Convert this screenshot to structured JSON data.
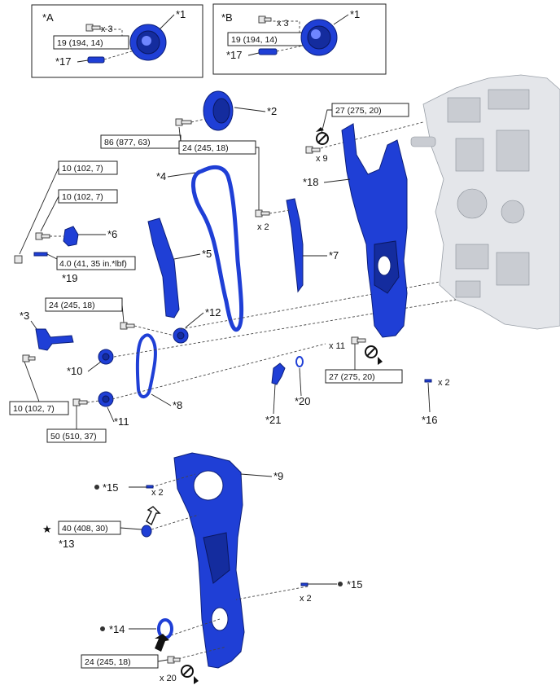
{
  "insets": {
    "a": {
      "title": "*A",
      "bolt_count": "x 3",
      "torque": "19 (194, 14)",
      "gear_label": "*1",
      "pin_label": "*17"
    },
    "b": {
      "title": "*B",
      "bolt_count": "x 3",
      "torque": "19 (194, 14)",
      "gear_label": "*1",
      "pin_label": "*17"
    }
  },
  "callouts": {
    "p2": "*2",
    "p3": "*3",
    "p4": "*4",
    "p5": "*5",
    "p6": "*6",
    "p7": "*7",
    "p8": "*8",
    "p9": "*9",
    "p10": "*10",
    "p11": "*11",
    "p12": "*12",
    "p13": "*13",
    "p14": "*14",
    "p15a": "*15",
    "p15b": "*15",
    "p16": "*16",
    "p18": "*18",
    "p19": "*19",
    "p20": "*20",
    "p21": "*21"
  },
  "torques": {
    "t86": "86 (877, 63)",
    "t24_chain": "24 (245, 18)",
    "t10_a": "10 (102, 7)",
    "t10_b": "10 (102, 7)",
    "t4": "4.0 (41, 35 in.*lbf)",
    "t24_guide": "24 (245, 18)",
    "t10_c": "10 (102, 7)",
    "t50": "50 (510, 37)",
    "t27_top": "27 (275, 20)",
    "t27_bot": "27 (275, 20)",
    "t40": "40 (408, 30)",
    "t24_cover": "24 (245, 18)"
  },
  "counts": {
    "x2_tens": "x 2",
    "x9": "x 9",
    "x11": "x 11",
    "x2_p16": "x 2",
    "x2_p15a": "x 2",
    "x2_p15b": "x 2",
    "x20": "x 20"
  },
  "colors": {
    "part": "#1f3fd6",
    "engine": "#e4e6ea"
  }
}
